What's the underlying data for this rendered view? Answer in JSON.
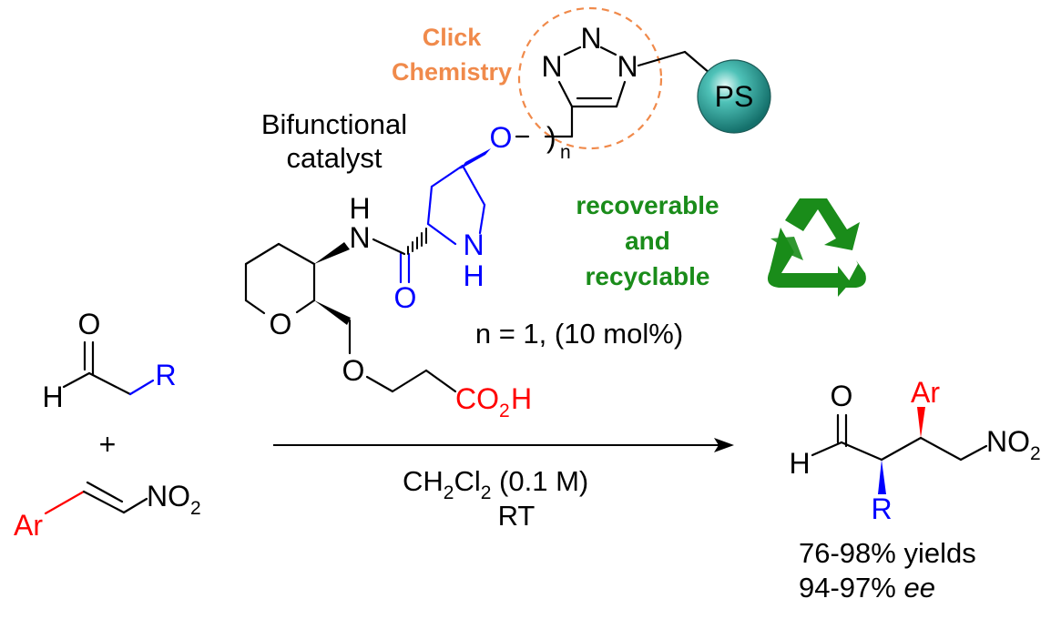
{
  "labels": {
    "click_line1": "Click",
    "click_line2": "Chemistry",
    "bifunctional_line1": "Bifunctional",
    "bifunctional_line2": "catalyst",
    "recoverable_line1": "recoverable",
    "recoverable_line2": "and",
    "recoverable_line3": "recyclable",
    "loading": "n = 1, (10 mol%)",
    "solvent_main": "CH",
    "solvent_sub1": "2",
    "solvent_cl": "Cl",
    "solvent_sub2": "2",
    "solvent_conc": " (0.1 M)",
    "temperature": "RT",
    "yields": "76-98% yields",
    "ee_value": "94-97% ",
    "ee_word": "ee",
    "plus": "+"
  },
  "atoms": {
    "N": "N",
    "O": "O",
    "H": "H",
    "R": "R",
    "Ar": "Ar",
    "PS": "PS",
    "n": "n",
    "CO": "CO",
    "two": "2",
    "NO": "NO",
    "bracket": ")"
  },
  "colors": {
    "orange": "#f08a4b",
    "green": "#1a8c1a",
    "blue": "#0000ff",
    "red": "#ff0000",
    "teal": "#2a8f8a"
  }
}
